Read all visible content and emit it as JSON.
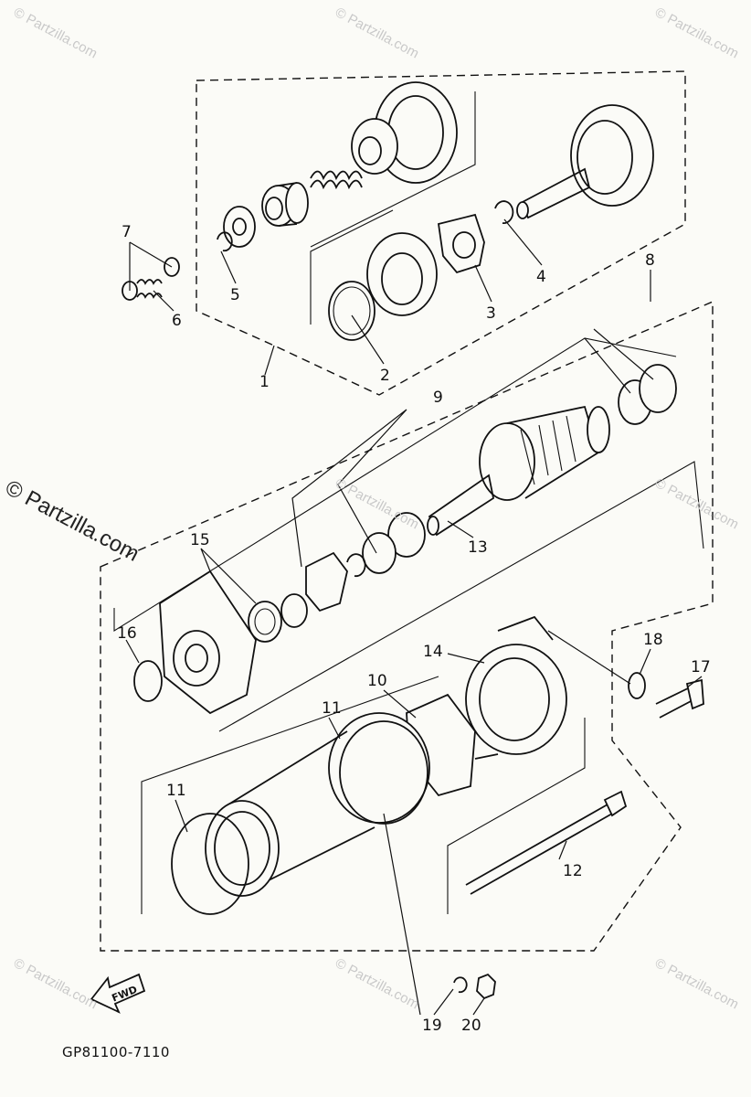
{
  "watermarks": {
    "large": "© Partzilla.com",
    "small": "© Partzilla.com"
  },
  "callouts": {
    "c1": "1",
    "c2": "2",
    "c3": "3",
    "c4": "4",
    "c5": "5",
    "c6": "6",
    "c7": "7",
    "c8": "8",
    "c9": "9",
    "c10": "10",
    "c11a": "11",
    "c11b": "11",
    "c12": "12",
    "c13": "13",
    "c14": "14",
    "c15": "15",
    "c16": "16",
    "c17": "17",
    "c18": "18",
    "c19": "19",
    "c20": "20"
  },
  "fwd_label": "FWD",
  "diagram_code": "GP81100-7110"
}
